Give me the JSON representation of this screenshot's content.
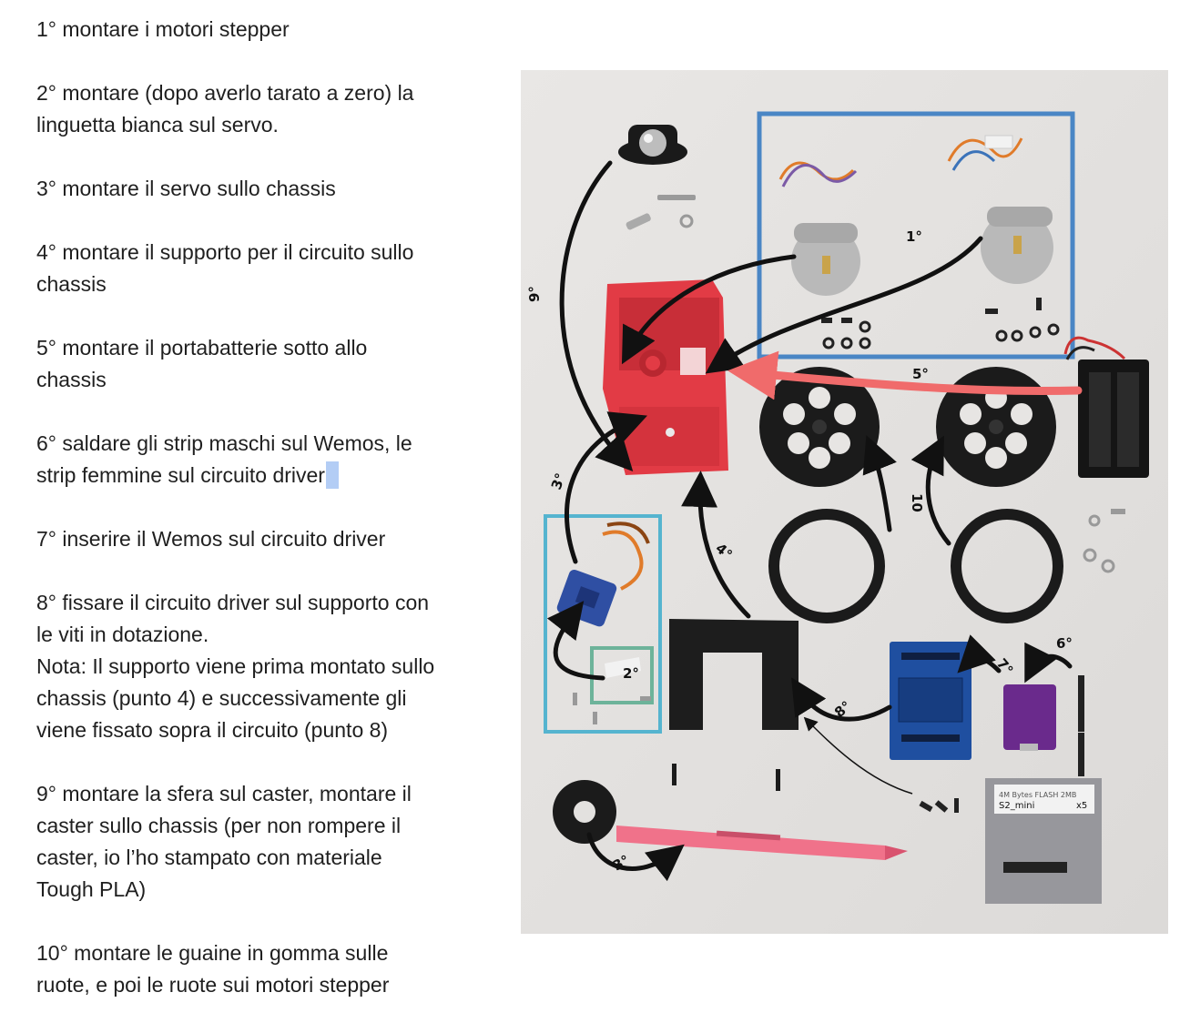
{
  "steps": [
    {
      "lines": [
        "1° montare i motori stepper"
      ]
    },
    {
      "lines": [
        "2° montare (dopo averlo tarato a zero) la",
        "linguetta bianca sul servo."
      ]
    },
    {
      "lines": [
        "3° montare il servo sullo chassis"
      ]
    },
    {
      "lines": [
        "4° montare il supporto per il circuito sullo",
        "chassis"
      ]
    },
    {
      "lines": [
        "5° montare il portabatterie sotto allo",
        "chassis"
      ]
    },
    {
      "lines": [
        "6° saldare gli strip maschi sul Wemos, le",
        "strip femmine sul circuito driver"
      ]
    },
    {
      "lines": [
        "7° inserire il Wemos sul circuito driver"
      ]
    },
    {
      "lines": [
        "8° fissare il circuito driver sul supporto con",
        "le viti in dotazione.",
        "Nota: Il supporto viene prima montato sullo",
        "chassis (punto 4) e successivamente gli",
        "viene fissato sopra il circuito (punto 8)"
      ]
    },
    {
      "lines": [
        "9° montare la sfera sul caster, montare il",
        "caster sullo chassis (per non rompere il",
        "caster, io l’ho stampato con materiale",
        "Tough PLA)"
      ]
    },
    {
      "lines": [
        "10° montare le guaine in gomma sulle",
        "ruote, e poi le ruote sui motori stepper"
      ]
    }
  ],
  "photo": {
    "labels": {
      "s1": "1°",
      "s2": "2°",
      "s3a": "3°",
      "s3b": "3°",
      "s4": "4°",
      "s5": "5°",
      "s6": "6°",
      "s7": "7°",
      "s8": "8°",
      "s9": "9°",
      "s10": "10"
    },
    "chip_label": "S2_mini",
    "chip_qty": "x5",
    "chip_header": "4M Bytes FLASH 2MB",
    "colors": {
      "motor_box": "#4a86c5",
      "servo_box": "#55b4cf",
      "horn_box": "#6db39a",
      "battery_arrow": "#f06b6b",
      "chassis": "#e23b45",
      "pcb": "#1f4fa0",
      "wemos": "#6a2a8c",
      "pen": "#f0728a"
    }
  }
}
